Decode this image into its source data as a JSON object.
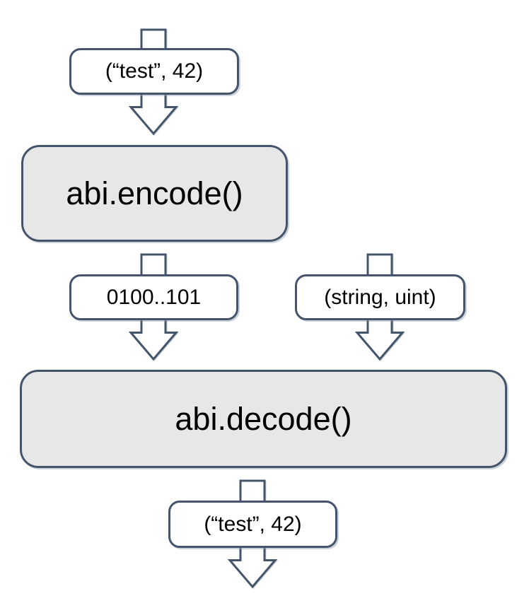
{
  "diagram": {
    "description": "ABI encode/decode flow diagram",
    "colors": {
      "stroke": "#44546a",
      "value_box_fill": "#ffffff",
      "function_box_fill": "#e8e7e7",
      "text": "#000000",
      "background": "#ffffff"
    },
    "nodes": {
      "input": {
        "label": "(“test”, 42)",
        "type": "value"
      },
      "encode": {
        "label": "abi.encode()",
        "type": "function"
      },
      "encoded": {
        "label": "0100..101",
        "type": "value"
      },
      "types": {
        "label": "(string, uint)",
        "type": "value"
      },
      "decode": {
        "label": "abi.decode()",
        "type": "function"
      },
      "output": {
        "label": "(“test”, 42)",
        "type": "value"
      }
    },
    "icons": {
      "shaft": "arrow-shaft-icon",
      "arrow": "down-arrow-icon"
    }
  }
}
